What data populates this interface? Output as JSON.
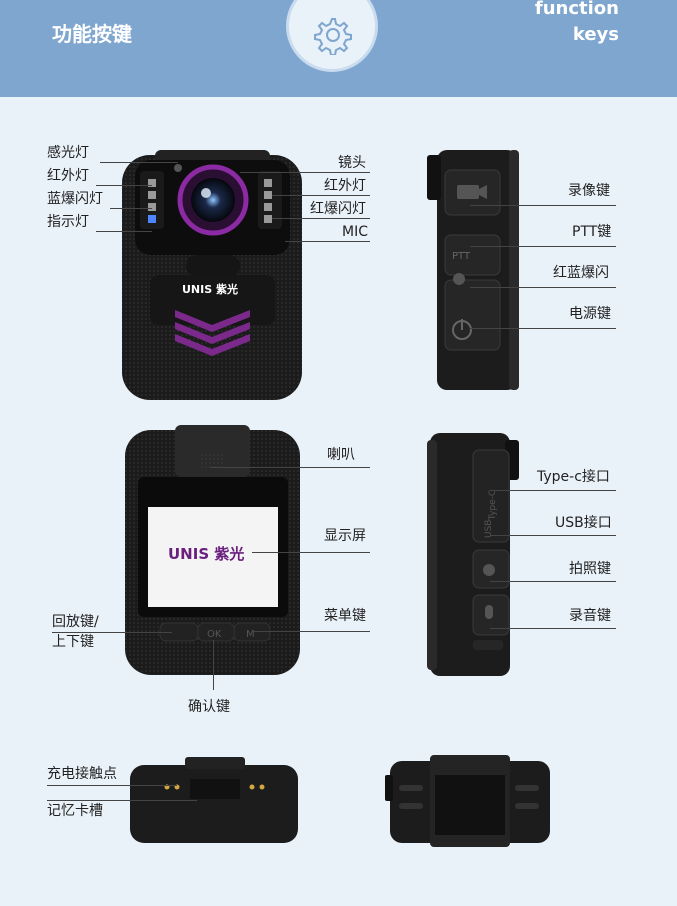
{
  "header": {
    "title_cn": "功能按键",
    "title_en_line1": "function",
    "title_en_line2": "keys",
    "icon": "gear-icon"
  },
  "front": {
    "brand": "UNIS 紫光",
    "labels_left": [
      "感光灯",
      "红外灯",
      "蓝爆闪灯",
      "指示灯"
    ],
    "labels_right": [
      "镜头",
      "红外灯",
      "红爆闪灯",
      "MIC"
    ]
  },
  "side": {
    "labels": [
      "录像键",
      "PTT键",
      "红蓝爆闪",
      "电源键"
    ],
    "ptt_text": "PTT"
  },
  "back": {
    "screen_brand": "UNIS 紫光",
    "labels_right": [
      "喇叭",
      "显示屏",
      "菜单键"
    ],
    "labels_left": [
      "回放键/",
      "上下键"
    ],
    "label_bottom": "确认键",
    "ok_text": "OK",
    "m_text": "M"
  },
  "side2": {
    "labels": [
      "Type-c接口",
      "USB接口",
      "拍照键",
      "录音键"
    ],
    "typec_text": "Type-C",
    "usb_text": "USB"
  },
  "bottom": {
    "labels": [
      "充电接触点",
      "记忆卡槽"
    ]
  },
  "colors": {
    "header_bg": "#7fa6cf",
    "page_bg": "#eaf2f9",
    "accent_purple": "#7b2a8c",
    "device": "#1e1e1e"
  }
}
